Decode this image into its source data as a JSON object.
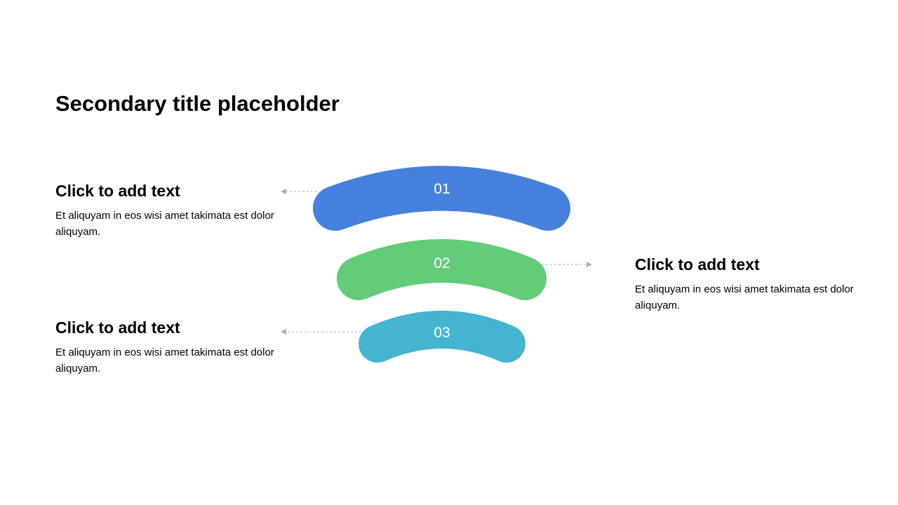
{
  "title": "Secondary title placeholder",
  "colors": {
    "arc1": "#4580DC",
    "arc2": "#62CC78",
    "arc3": "#45B4D0",
    "connector": "#A4AEB8"
  },
  "items": [
    {
      "number": "01",
      "heading": "Click to add text",
      "body": "Et aliquyam in eos wisi amet takimata est dolor aliquyam."
    },
    {
      "number": "02",
      "heading": "Click to add text",
      "body": "Et aliquyam in eos wisi amet takimata est dolor aliquyam."
    },
    {
      "number": "03",
      "heading": "Click to add text",
      "body": "Et aliquyam in eos wisi amet takimata est dolor aliquyam."
    }
  ]
}
